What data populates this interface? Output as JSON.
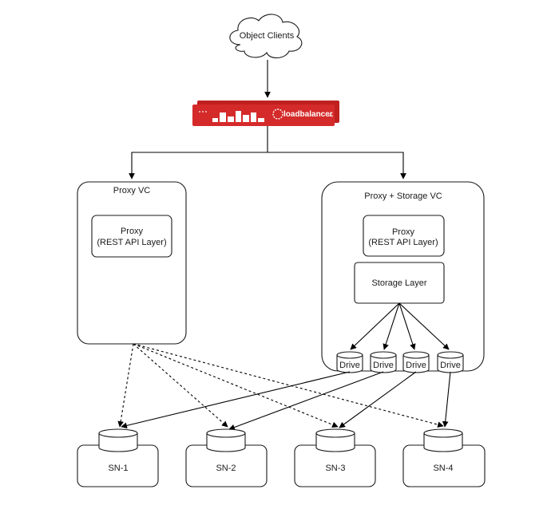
{
  "nodes": {
    "clients": "Object Clients",
    "loadbalancer_brand": "loadbalancer",
    "loadbalancer_suffix": ".org",
    "proxy_vc": {
      "title": "Proxy VC",
      "proxy_line1": "Proxy",
      "proxy_line2": "(REST API Layer)"
    },
    "proxy_storage_vc": {
      "title": "Proxy + Storage VC",
      "proxy_line1": "Proxy",
      "proxy_line2": "(REST API Layer)",
      "storage_layer": "Storage Layer",
      "drives": [
        "Drive",
        "Drive",
        "Drive",
        "Drive"
      ]
    },
    "storage_nodes": [
      "SN-1",
      "SN-2",
      "SN-3",
      "SN-4"
    ]
  },
  "colors": {
    "appliance_red": "#d42a2a",
    "line": "#000000",
    "text": "#1a1a1a"
  }
}
